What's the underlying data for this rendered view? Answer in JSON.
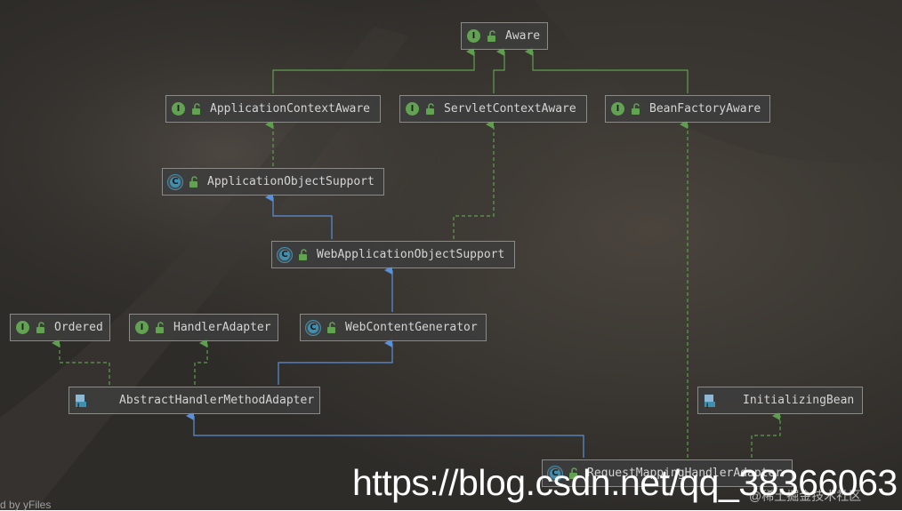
{
  "nodes": {
    "aware": {
      "label": "Aware",
      "kind": "interface"
    },
    "application_context_aware": {
      "label": "ApplicationContextAware",
      "kind": "interface"
    },
    "servlet_context_aware": {
      "label": "ServletContextAware",
      "kind": "interface"
    },
    "bean_factory_aware": {
      "label": "BeanFactoryAware",
      "kind": "interface"
    },
    "application_object_support": {
      "label": "ApplicationObjectSupport",
      "kind": "class"
    },
    "web_application_object_support": {
      "label": "WebApplicationObjectSupport",
      "kind": "class"
    },
    "ordered": {
      "label": "Ordered",
      "kind": "interface"
    },
    "handler_adapter": {
      "label": "HandlerAdapter",
      "kind": "interface"
    },
    "web_content_generator": {
      "label": "WebContentGenerator",
      "kind": "class"
    },
    "abstract_handler_method_adapter": {
      "label": "AbstractHandlerMethodAdapter",
      "kind": "abstract"
    },
    "initializing_bean": {
      "label": "InitializingBean",
      "kind": "interface"
    },
    "request_mapping_handler_adapter": {
      "label": "RequestMappingHandlerAdapter",
      "kind": "class"
    }
  },
  "edges": [
    {
      "from": "application_context_aware",
      "to": "aware",
      "type": "extends-interface"
    },
    {
      "from": "servlet_context_aware",
      "to": "aware",
      "type": "extends-interface"
    },
    {
      "from": "bean_factory_aware",
      "to": "aware",
      "type": "extends-interface"
    },
    {
      "from": "application_object_support",
      "to": "application_context_aware",
      "type": "implements"
    },
    {
      "from": "web_application_object_support",
      "to": "application_object_support",
      "type": "extends"
    },
    {
      "from": "web_application_object_support",
      "to": "servlet_context_aware",
      "type": "implements"
    },
    {
      "from": "web_content_generator",
      "to": "web_application_object_support",
      "type": "extends"
    },
    {
      "from": "abstract_handler_method_adapter",
      "to": "ordered",
      "type": "implements"
    },
    {
      "from": "abstract_handler_method_adapter",
      "to": "handler_adapter",
      "type": "implements"
    },
    {
      "from": "abstract_handler_method_adapter",
      "to": "web_content_generator",
      "type": "extends"
    },
    {
      "from": "request_mapping_handler_adapter",
      "to": "abstract_handler_method_adapter",
      "type": "extends"
    },
    {
      "from": "request_mapping_handler_adapter",
      "to": "bean_factory_aware",
      "type": "implements"
    },
    {
      "from": "request_mapping_handler_adapter",
      "to": "initializing_bean",
      "type": "implements"
    }
  ],
  "colors": {
    "implements_line": "#5f9e4f",
    "extends_line": "#5b8fd6",
    "interface_icon": "#62a351",
    "class_icon": "#3f8fb0",
    "node_border": "#8a8a8a",
    "node_text": "#d4d4d4"
  },
  "watermark": {
    "url": "https://blog.csdn.net/qq_38366063",
    "community": "@稀土掘金技术社区",
    "footer": "d by yFiles"
  }
}
